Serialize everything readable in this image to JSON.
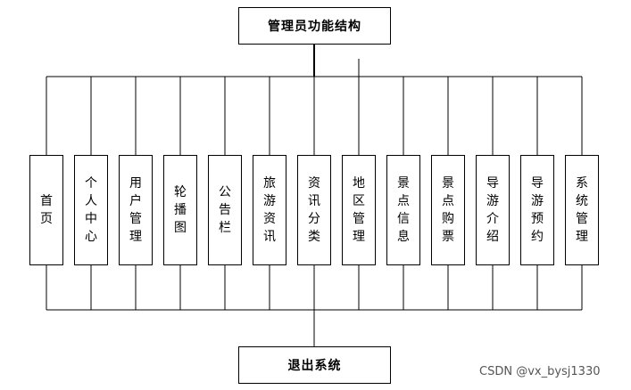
{
  "diagram": {
    "root_title": "管理员功能结构",
    "modules": [
      {
        "label": "首页"
      },
      {
        "label": "个人中心"
      },
      {
        "label": "用户管理"
      },
      {
        "label": "轮播图"
      },
      {
        "label": "公告栏"
      },
      {
        "label": "旅游资讯"
      },
      {
        "label": "资讯分类"
      },
      {
        "label": "地区管理"
      },
      {
        "label": "景点信息"
      },
      {
        "label": "景点购票"
      },
      {
        "label": "导游介绍"
      },
      {
        "label": "导游预约"
      },
      {
        "label": "系统管理"
      }
    ],
    "exit_title": "退出系统"
  },
  "watermark": "CSDN @vx_bysj1330"
}
